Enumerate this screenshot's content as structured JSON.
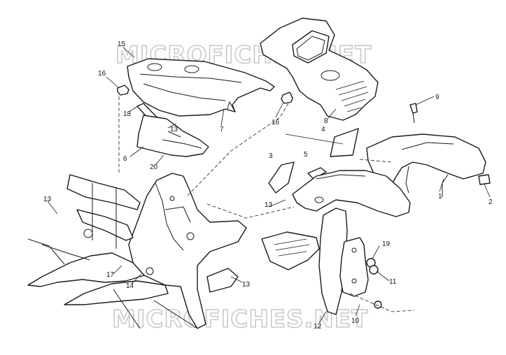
{
  "watermark": {
    "text_top": "MICROFICHES.NET",
    "text_bottom": "MICROFICHES.NET",
    "color": "#c9c9c9"
  },
  "callouts": {
    "c15": "15",
    "c16a": "16",
    "c18": "18",
    "c13a": "13",
    "c7": "7",
    "c6": "6",
    "c20": "20",
    "c16b": "16",
    "c8": "8",
    "c9": "9",
    "c4": "4",
    "c3": "3",
    "c5": "5",
    "c1": "1",
    "c2": "2",
    "c13b": "13",
    "c13c": "13",
    "c19": "19",
    "c11": "11",
    "c17": "17",
    "c14": "14",
    "c13d": "13",
    "c10": "10",
    "c12": "12"
  },
  "colors": {
    "line": "#1a1a1a",
    "background": "#ffffff"
  }
}
